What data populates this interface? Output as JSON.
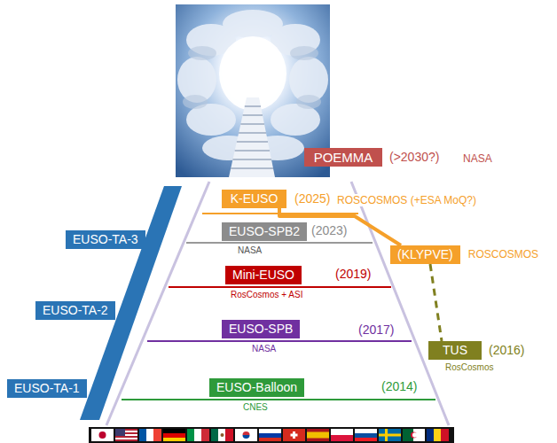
{
  "diagram": {
    "nodes": [
      {
        "text": [
          "POEMMA"
        ]
      },
      {
        "text": [
          "K-EUSO"
        ]
      },
      {
        "text": [
          "EUSO-TA-3"
        ]
      },
      {
        "text": [
          "EUSO-SPB2"
        ]
      },
      {
        "text": [
          "(KLYPVE)"
        ]
      },
      {
        "text": [
          "EUSO-TA-2"
        ]
      },
      {
        "text": [
          "Mini-EUSO"
        ]
      },
      {
        "text": [
          "EUSO-SPB"
        ]
      },
      {
        "text": [
          "TUS"
        ]
      },
      {
        "text": [
          "EUSO-TA-1"
        ]
      },
      {
        "text": [
          "EUSO-Balloon"
        ]
      }
    ],
    "edges": [
      {
        "from": 1,
        "to": 4,
        "arrow": "none"
      },
      {
        "from": 4,
        "to": 8,
        "arrow": "none"
      }
    ],
    "labels": [
      "(>2030?)",
      "NASA",
      "(2025)",
      "ROSCOSMOS (+ESA MoQ?)",
      "(2023)",
      "NASA",
      "ROSCOSMOS",
      "(2019)",
      "RosCosmos + ASI",
      "(2017)",
      "NASA",
      "(2016)",
      "RosCosmos",
      "(2014)",
      "CNES"
    ]
  }
}
